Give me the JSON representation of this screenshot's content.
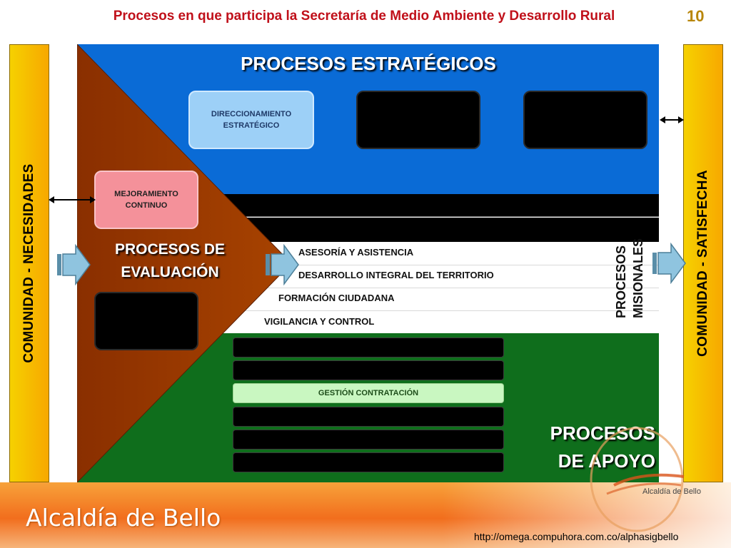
{
  "header": {
    "title": "Procesos en que participa la Secretaría de Medio Ambiente y Desarrollo Rural",
    "page_number": "10"
  },
  "left_bar": {
    "label": "COMUNIDAD - NECESIDADES"
  },
  "right_bar": {
    "label": "COMUNIDAD - SATISFECHA"
  },
  "estrategicos": {
    "title": "PROCESOS ESTRATÉGICOS",
    "boxes": [
      "DIRECCIONAMIENTO ESTRATÉGICO"
    ]
  },
  "evaluacion": {
    "title_line1": "PROCESOS DE",
    "title_line2": "EVALUACIÓN",
    "boxes": [
      "MEJORAMIENTO CONTINUO"
    ]
  },
  "misionales": {
    "label_line1": "PROCESOS",
    "label_line2": "MISIONALES",
    "items": [
      "ASESORÍA Y ASISTENCIA",
      "DESARROLLO INTEGRAL DEL TERRITORIO",
      "FORMACIÓN CIUDADANA",
      "VIGILANCIA Y CONTROL"
    ]
  },
  "apoyo": {
    "title_line1": "PROCESOS",
    "title_line2": "DE APOYO",
    "items": [
      "GESTIÓN CONTRATACIÓN"
    ]
  },
  "footer": {
    "brand": "Alcaldía de Bello",
    "url": "http://omega.compuhora.com.co/alphasigbello",
    "logo_caption": "Alcaldía de Bello"
  },
  "colors": {
    "estrategicos": "#0a6bd6",
    "evaluacion": "#9b3a00",
    "apoyo": "#0f6e1c",
    "side_bars": "#f6c100",
    "title_red": "#c0101a"
  }
}
